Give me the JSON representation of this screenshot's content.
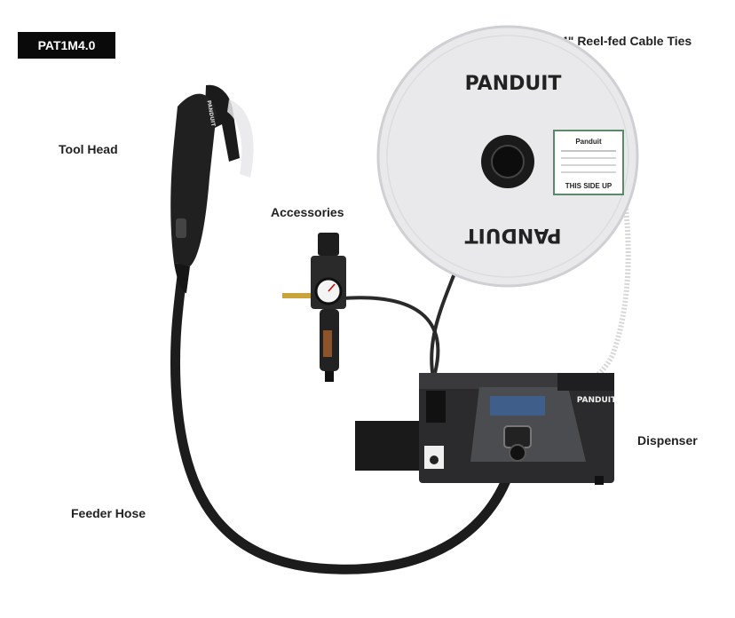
{
  "model": "PAT1M4.0",
  "labels": {
    "reel": "4\" Reel-fed Cable Ties",
    "tool_head": "Tool Head",
    "accessories": "Accessories",
    "dispenser": "Dispenser",
    "feeder_hose": "Feeder Hose"
  },
  "reel": {
    "brand_top": "PANDUIT",
    "brand_bottom": "PANDUIT",
    "sticker_brand": "Panduit",
    "sticker_note": "THIS SIDE UP"
  },
  "dispenser": {
    "brand": "PANDUIT"
  },
  "tool": {
    "brand": "PANDUIT"
  },
  "colors": {
    "reel_face": "#e9e9eb",
    "dispenser_body": "#2b2b2d",
    "screen": "#3f5f8a",
    "hose": "#1c1c1c",
    "badge": "#0a0a0a"
  }
}
